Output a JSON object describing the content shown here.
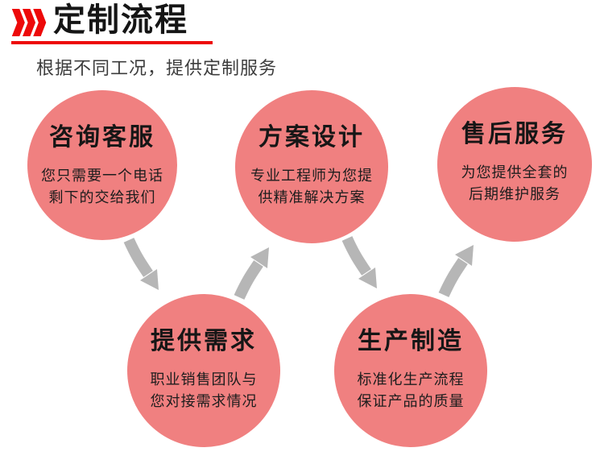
{
  "theme": {
    "accent": "#ed0909",
    "circle_fill": "#f08080",
    "arrow_gray": "#b6b6b6",
    "ink": "#151515",
    "subtitle_ink": "#3c3c3c"
  },
  "header": {
    "title": "定制流程",
    "subtitle": "根据不同工况，提供定制服务",
    "icon": "triple-chevron-right"
  },
  "flow": {
    "steps": [
      {
        "title": "咨询客服",
        "desc_line1": "您只需要一个电话",
        "desc_line2": "剩下的交给我们"
      },
      {
        "title": "提供需求",
        "desc_line1": "职业销售团队与",
        "desc_line2": "您对接需求情况"
      },
      {
        "title": "方案设计",
        "desc_line1": "专业工程师为您提",
        "desc_line2": "供精准解决方案"
      },
      {
        "title": "生产制造",
        "desc_line1": "标准化生产流程",
        "desc_line2": "保证产品的质量"
      },
      {
        "title": "售后服务",
        "desc_line1": "为您提供全套的",
        "desc_line2": "后期维护服务"
      }
    ],
    "arrows": [
      {
        "from": "咨询客服",
        "to": "提供需求",
        "direction": "down-right"
      },
      {
        "from": "提供需求",
        "to": "方案设计",
        "direction": "up-right"
      },
      {
        "from": "方案设计",
        "to": "生产制造",
        "direction": "down-right"
      },
      {
        "from": "生产制造",
        "to": "售后服务",
        "direction": "up-right"
      }
    ]
  }
}
